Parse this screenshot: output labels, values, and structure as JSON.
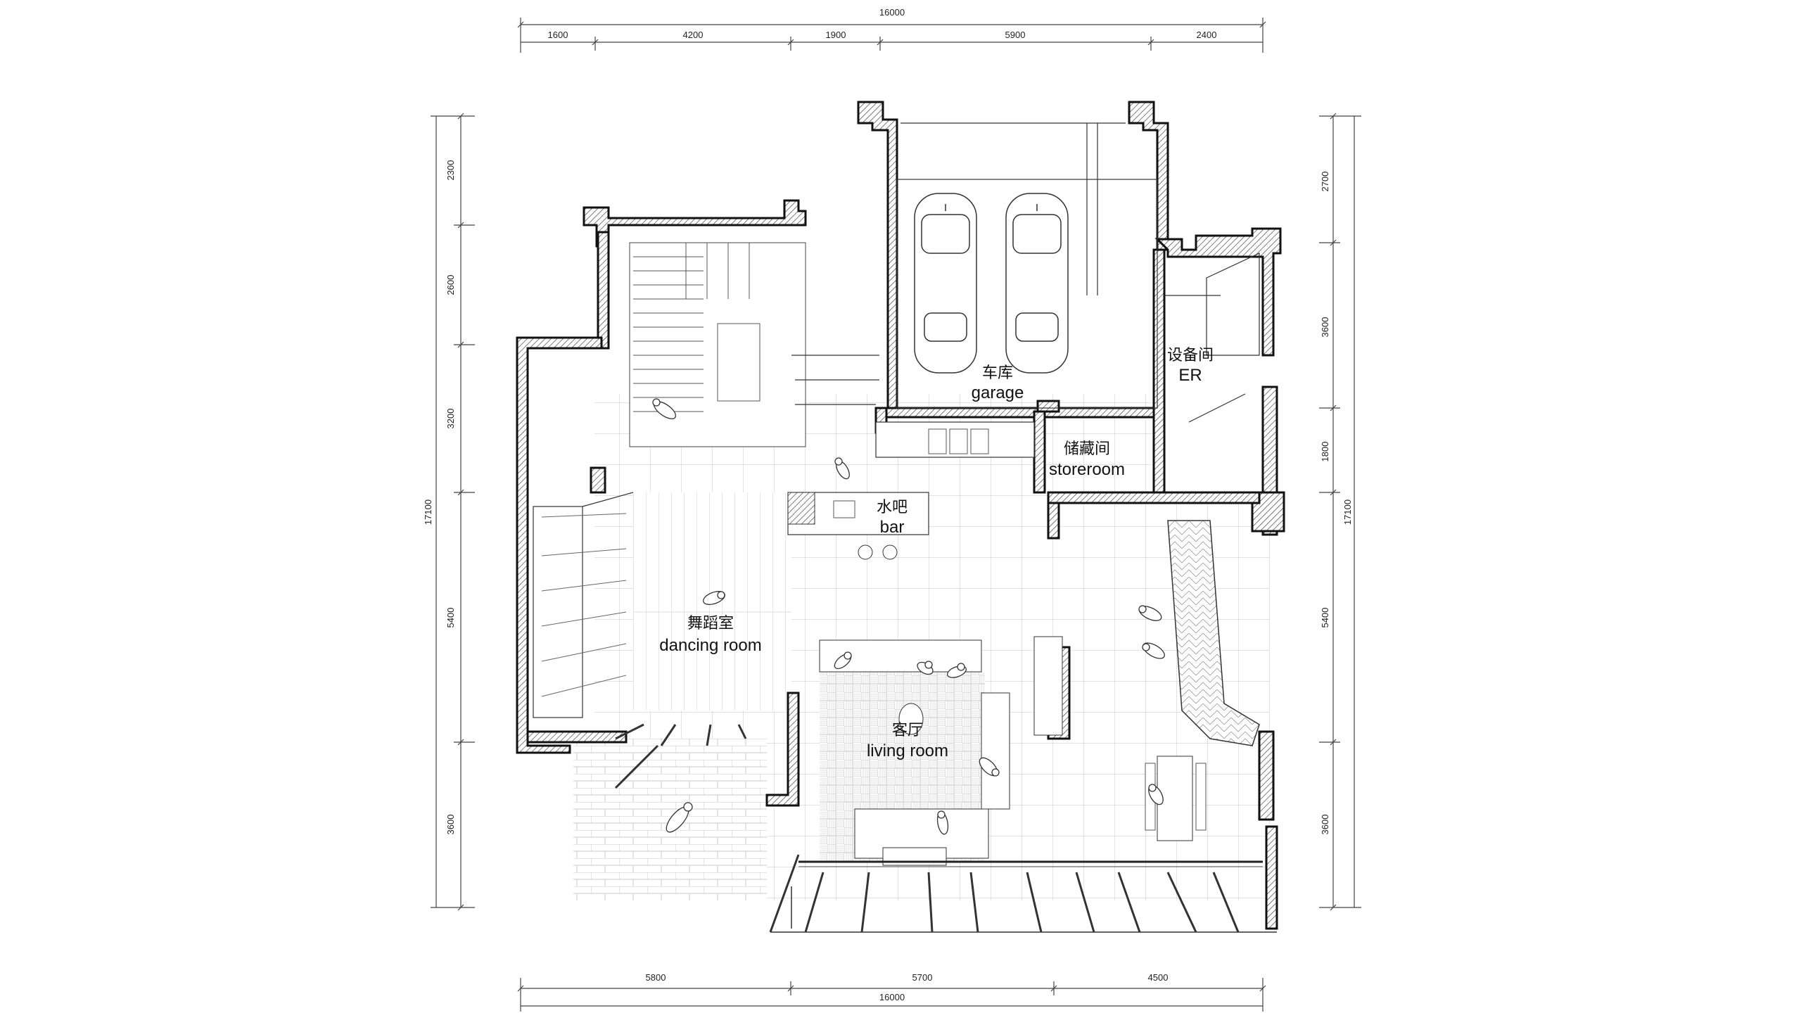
{
  "dimensions": {
    "top_total": "16000",
    "top_segments": [
      "1600",
      "4200",
      "1900",
      "5900",
      "2400"
    ],
    "bottom_segments": [
      "5800",
      "5700",
      "4500"
    ],
    "bottom_total": "16000",
    "left_segments": [
      "2300",
      "2600",
      "3200",
      "5400",
      "3600"
    ],
    "left_total": "17100",
    "right_segments": [
      "2700",
      "3600",
      "1800",
      "5400",
      "3600"
    ],
    "right_total": "17100"
  },
  "rooms": {
    "garage": {
      "cn": "车库",
      "en": "garage"
    },
    "er": {
      "cn": "设备间",
      "en": "ER"
    },
    "storeroom": {
      "cn": "储藏间",
      "en": "storeroom"
    },
    "bar": {
      "cn": "水吧",
      "en": "bar"
    },
    "dancing": {
      "cn": "舞蹈室",
      "en": "dancing room"
    },
    "living": {
      "cn": "客厅",
      "en": "living room"
    }
  }
}
